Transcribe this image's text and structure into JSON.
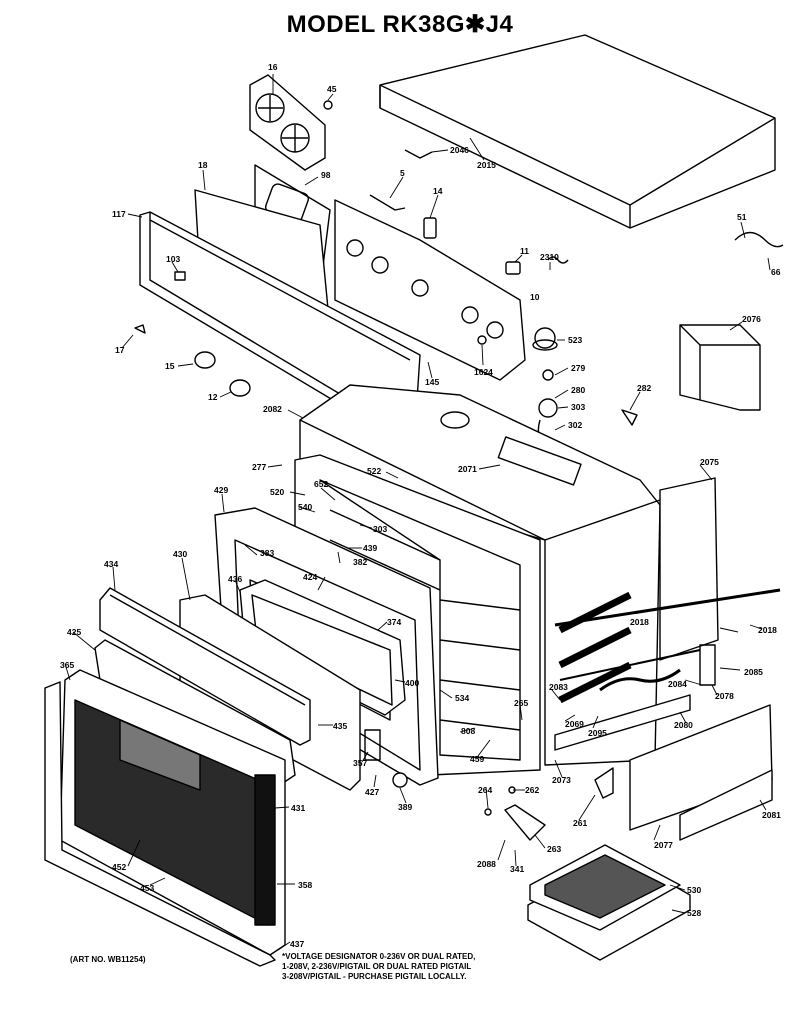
{
  "title": "MODEL RK38G✱J4",
  "art_no": "(ART NO. WB11254)",
  "note_lines": [
    "*VOLTAGE DESIGNATOR 0-236V OR DUAL RATED,",
    "1-208V, 2-236V/PIGTAIL OR DUAL RATED PIGTAIL",
    "3-208V/PIGTAIL - PURCHASE PIGTAIL LOCALLY."
  ],
  "parts": [
    "16",
    "45",
    "2046",
    "2015",
    "18",
    "98",
    "5",
    "14",
    "117",
    "103",
    "11",
    "2310",
    "10",
    "51",
    "66",
    "523",
    "2076",
    "17",
    "15",
    "1624",
    "279",
    "280",
    "303",
    "282",
    "12",
    "145",
    "302",
    "2082",
    "277",
    "522",
    "2071",
    "2075",
    "429",
    "520",
    "652",
    "540",
    "303",
    "383",
    "439",
    "382",
    "434",
    "436",
    "424",
    "430",
    "374",
    "425",
    "2018",
    "2018",
    "400",
    "365",
    "534",
    "2085",
    "2083",
    "2084",
    "2078",
    "2069",
    "2095",
    "2080",
    "435",
    "808",
    "265",
    "459",
    "2073",
    "357",
    "427",
    "389",
    "431",
    "264",
    "262",
    "261",
    "2077",
    "2081",
    "2088",
    "263",
    "341",
    "452",
    "453",
    "358",
    "530",
    "528",
    "437"
  ]
}
